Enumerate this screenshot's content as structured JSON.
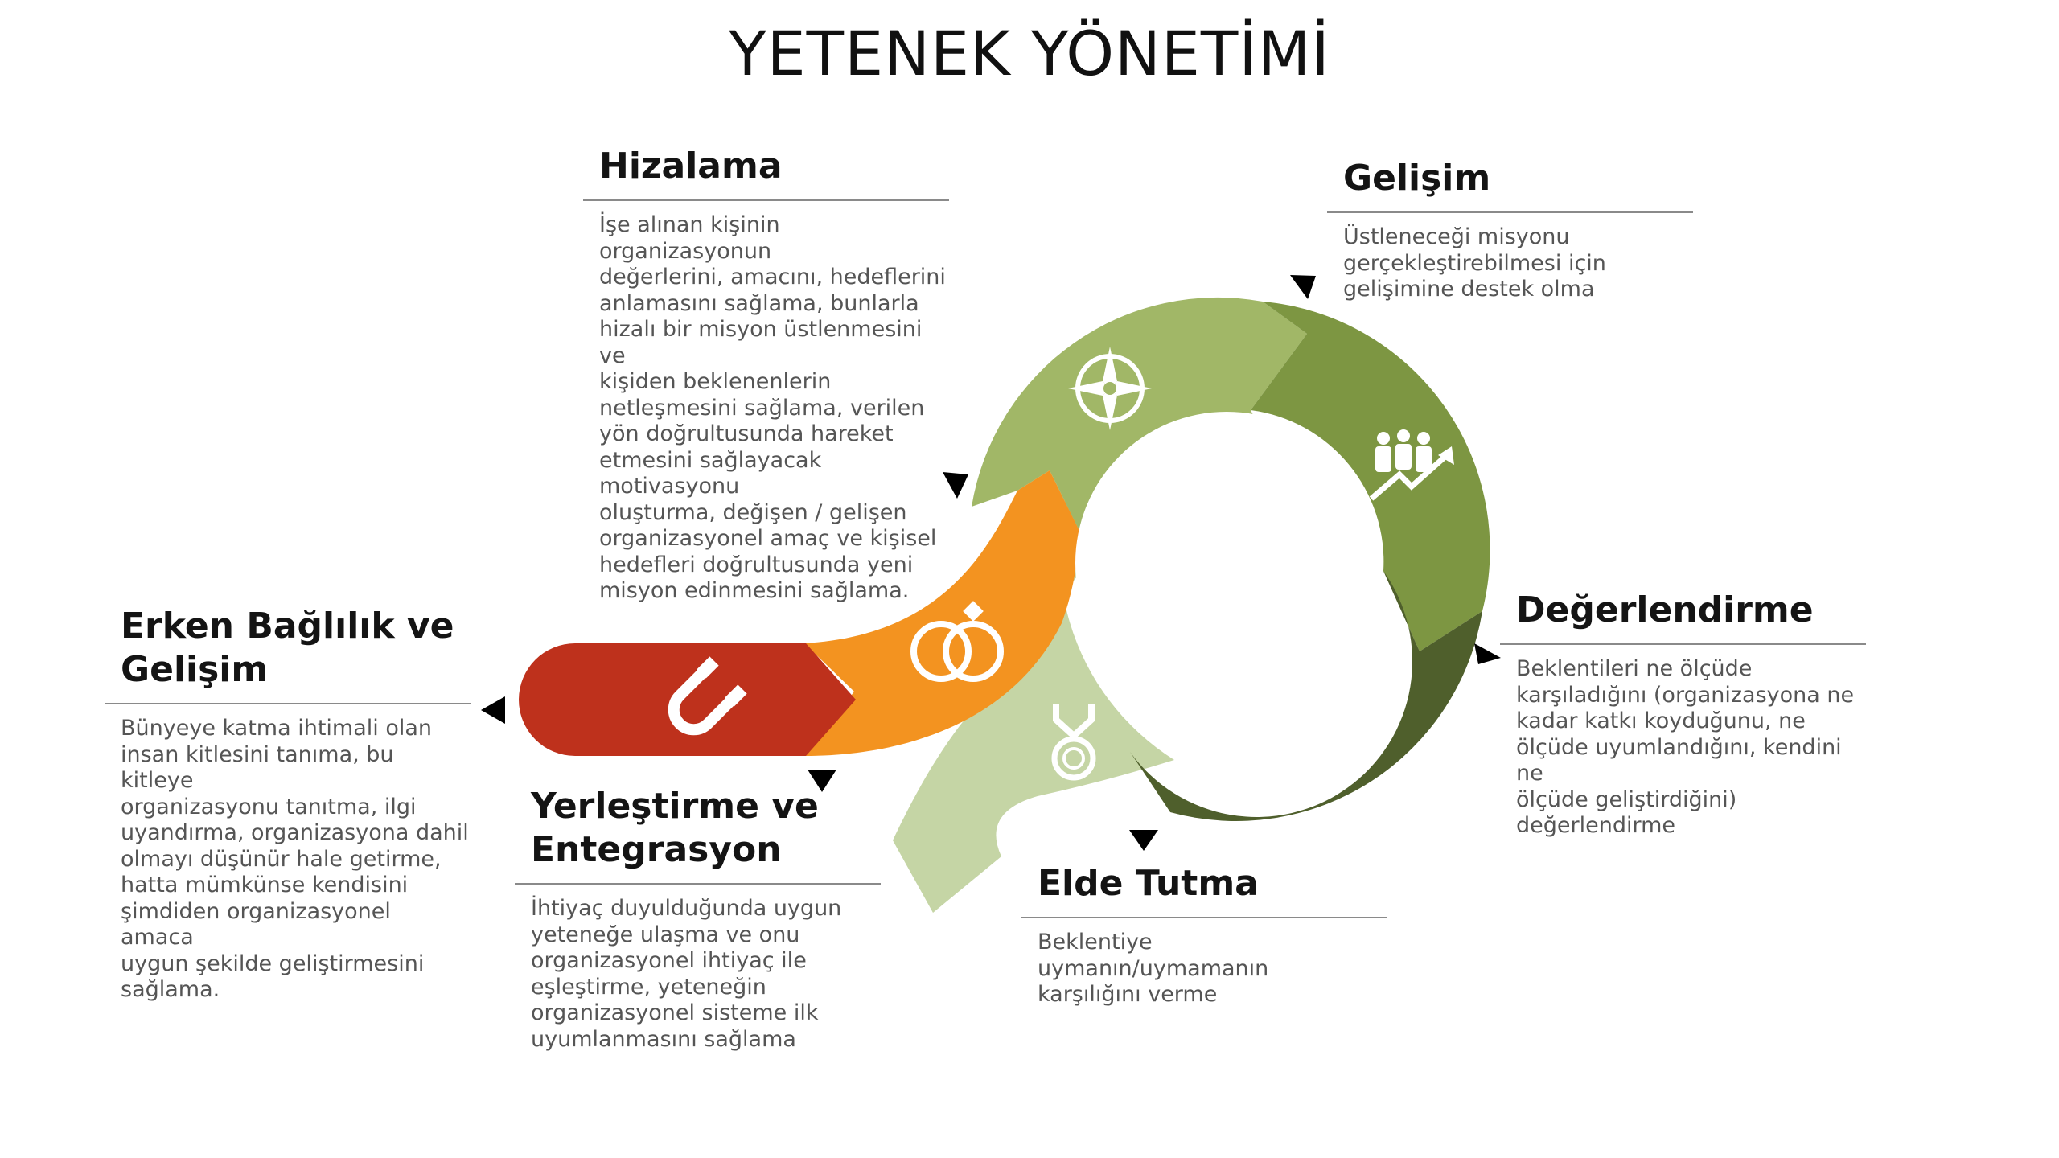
{
  "title": "YETENEK YÖNETİMİ",
  "colors": {
    "stage1": "#BE311C",
    "stage2": "#F39320",
    "stage3": "#C5D5A5",
    "stage4": "#A1B767",
    "stage5": "#7D9642",
    "stage6": "#4F5F2C"
  },
  "stages": [
    {
      "id": "erken",
      "heading": "Erken Bağlılık ve\nGelişim",
      "description": "Bünyeye katma ihtimali olan\ninsan kitlesini tanıma, bu kitleye\norganizasyonu tanıtma, ilgi\nuyandırma, organizasyona dahil\nolmayı düşünür hale getirme,\nhatta mümkünse kendisini\nşimdiden organizasyonel amaca\nuygun şekilde geliştirmesini\nsağlama.",
      "icon": "magnet-icon"
    },
    {
      "id": "yerlestirme",
      "heading": "Yerleştirme ve\nEntegrasyon",
      "description": "İhtiyaç duyulduğunda uygun\nyeteneğe ulaşma ve onu\norganizasyonel ihtiyaç ile\neşleştirme, yeteneğin\norganizasyonel sisteme ilk\nuyumlanmasını sağlama",
      "icon": "rings-icon"
    },
    {
      "id": "hizalama",
      "heading": "Hizalama",
      "description": "İşe alınan kişinin organizasyonun\ndeğerlerini, amacını, hedeflerini\nanlamasını sağlama, bunlarla\nhizalı bir misyon üstlenmesini ve\nkişiden beklenenlerin\nnetleşmesini sağlama, verilen\nyön doğrultusunda hareket\netmesini sağlayacak motivasyonu\noluşturma, değişen / gelişen\norganizasyonel amaç ve kişisel\nhedefleri doğrultusunda yeni\nmisyon edinmesini sağlama.",
      "icon": "compass-icon"
    },
    {
      "id": "gelisim",
      "heading": "Gelişim",
      "description": "Üstleneceği misyonu\ngerçekleştirebilmesi için\ngelişimine destek olma",
      "icon": "growth-team-icon"
    },
    {
      "id": "degerlendirme",
      "heading": "Değerlendirme",
      "description": "Beklentileri ne ölçüde\nkarşıladığını (organizasyona ne\nkadar katkı koyduğunu, ne\nölçüde uyumlandığını, kendini ne\nölçüde geliştirdiğini)\ndeğerlendirme",
      "icon": "checklist-icon"
    },
    {
      "id": "elde",
      "heading": "Elde Tutma",
      "description": "Beklentiye uymanın/uymamanın\nkarşılığını verme",
      "icon": "medal-icon"
    }
  ]
}
